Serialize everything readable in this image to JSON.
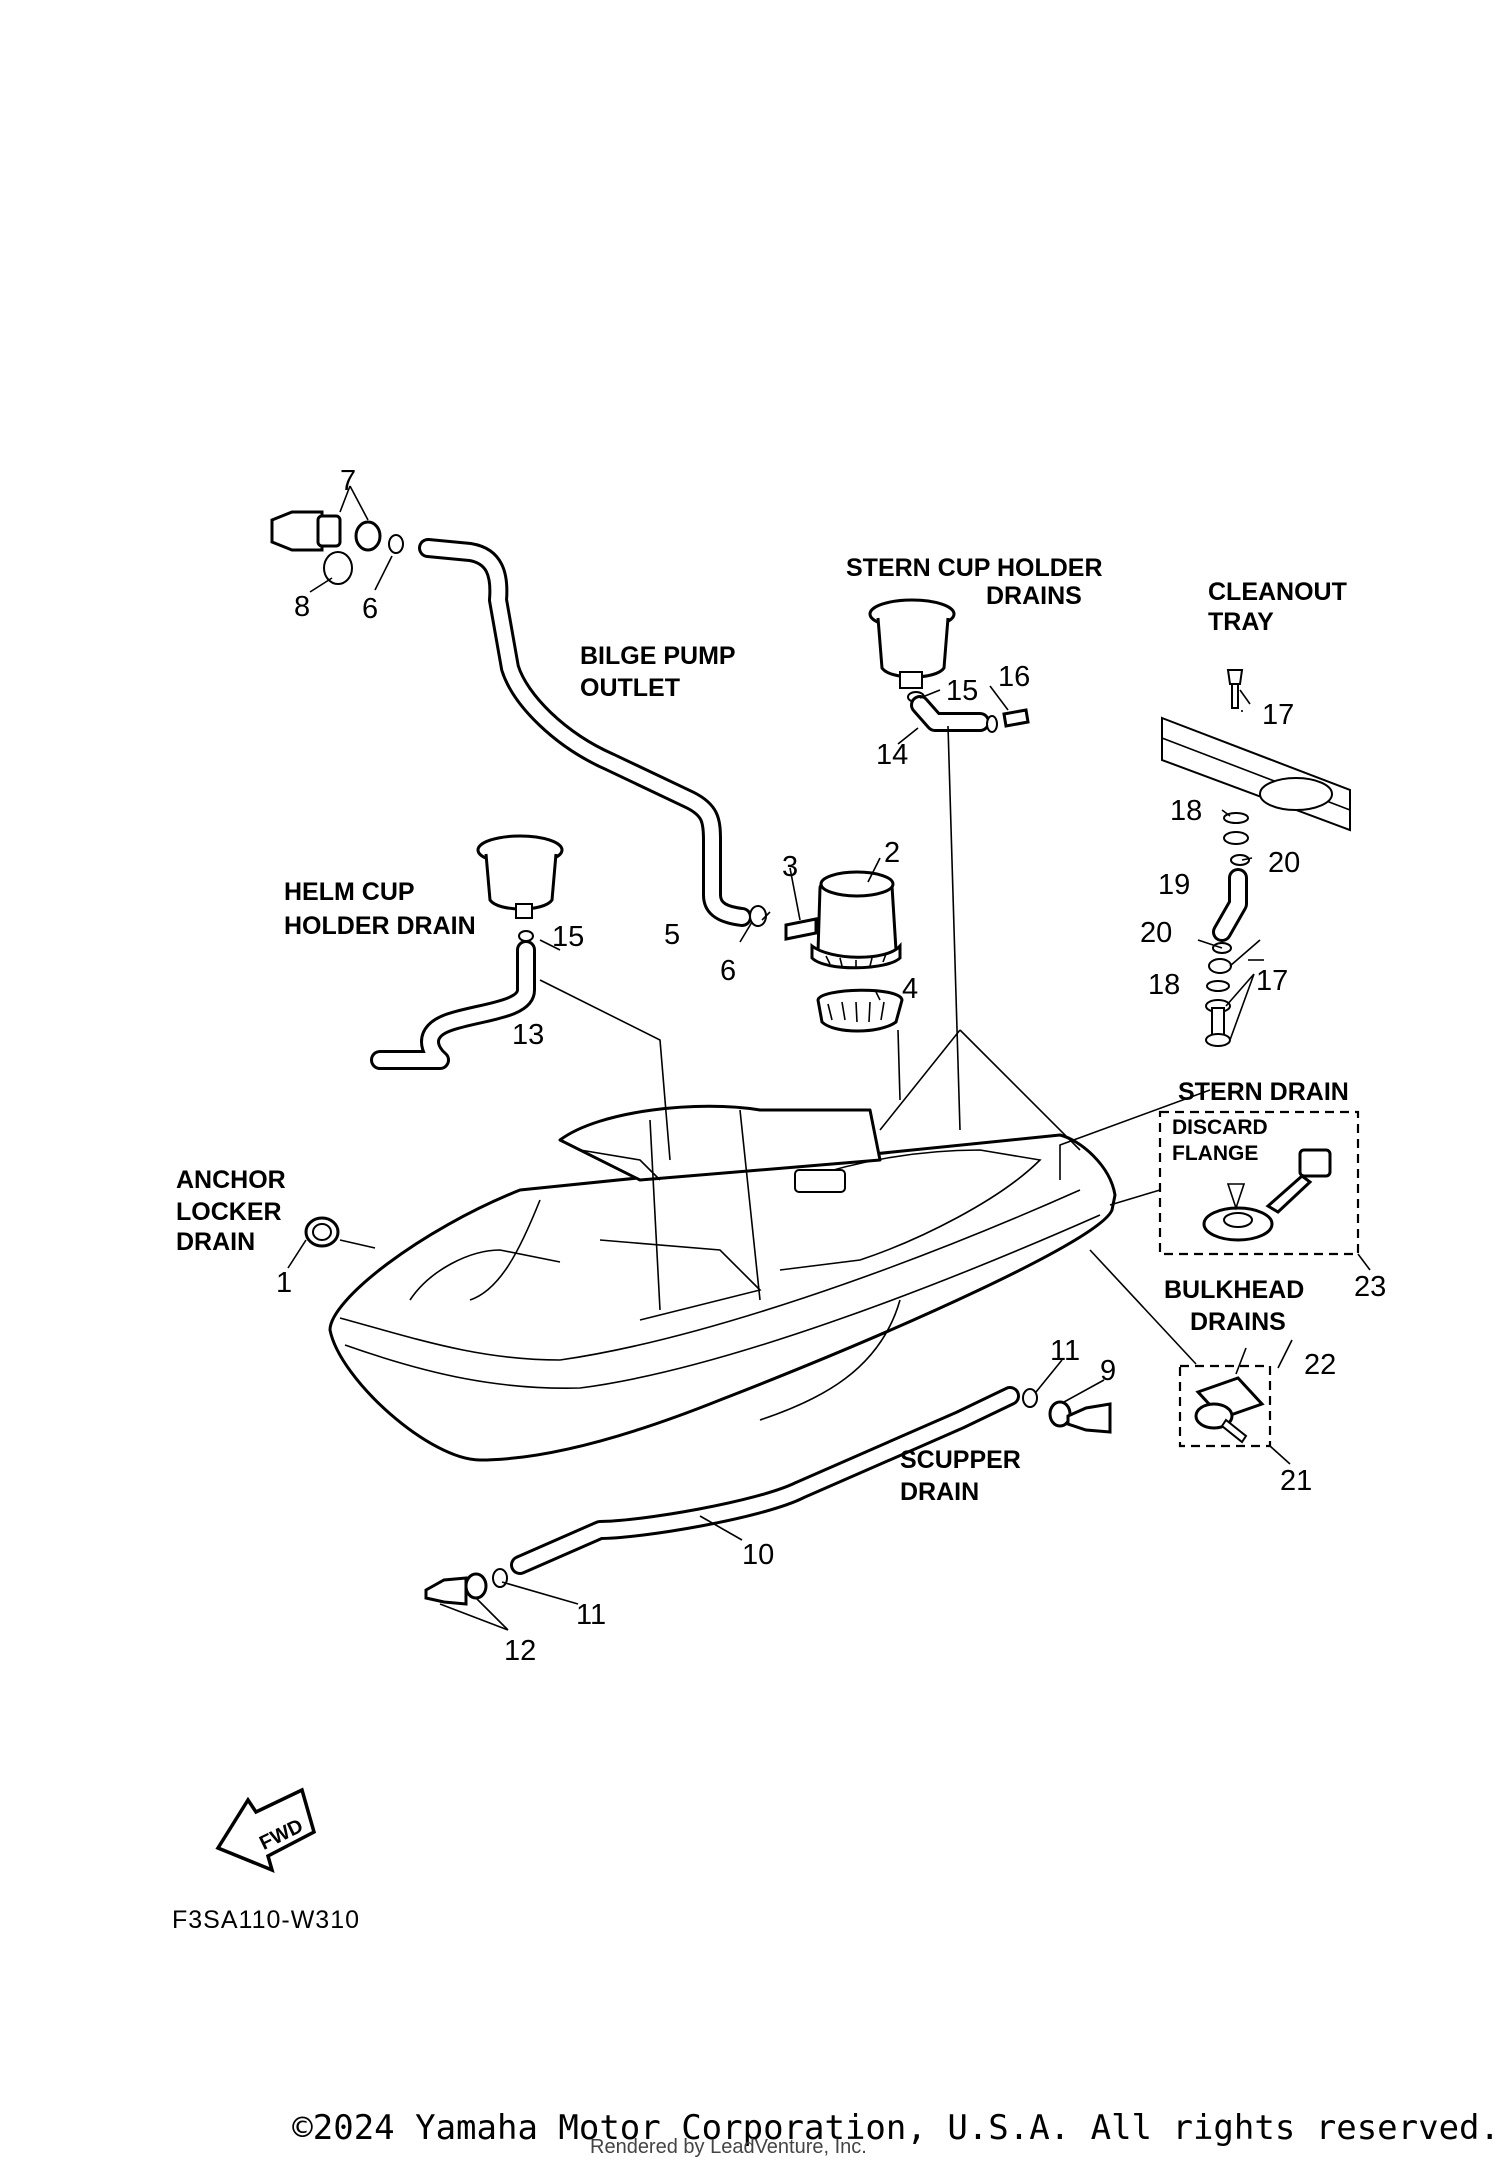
{
  "labels": {
    "stern_cup_holder_1": "STERN CUP HOLDER",
    "stern_cup_holder_2": "DRAINS",
    "cleanout_1": "CLEANOUT",
    "cleanout_2": "TRAY",
    "bilge_pump_1": "BILGE PUMP",
    "bilge_pump_2": "OUTLET",
    "helm_cup_1": "HELM CUP",
    "helm_cup_2": "HOLDER DRAIN",
    "anchor_1": "ANCHOR",
    "anchor_2": "LOCKER",
    "anchor_3": "DRAIN",
    "stern_drain": "STERN DRAIN",
    "discard_1": "DISCARD",
    "discard_2": "FLANGE",
    "bulkhead_1": "BULKHEAD",
    "bulkhead_2": "DRAINS",
    "scupper_1": "SCUPPER",
    "scupper_2": "DRAIN",
    "fwd": "FWD"
  },
  "part_numbers": {
    "n1": "1",
    "n2": "2",
    "n3": "3",
    "n4": "4",
    "n5": "5",
    "n6a": "6",
    "n6b": "6",
    "n7": "7",
    "n8": "8",
    "n9": "9",
    "n10": "10",
    "n11a": "11",
    "n11b": "11",
    "n12": "12",
    "n13": "13",
    "n14": "14",
    "n15a": "15",
    "n15b": "15",
    "n16": "16",
    "n17a": "17",
    "n17b": "17",
    "n18a": "18",
    "n18b": "18",
    "n19": "19",
    "n20a": "20",
    "n20b": "20",
    "n21": "21",
    "n22": "22",
    "n23": "23"
  },
  "diagram_code": "F3SA110-W310",
  "footer": {
    "copyright": "©2024 Yamaha Motor Corporation, U.S.A. All rights reserved.",
    "rendered_by": "Rendered by LeadVenture, Inc."
  }
}
